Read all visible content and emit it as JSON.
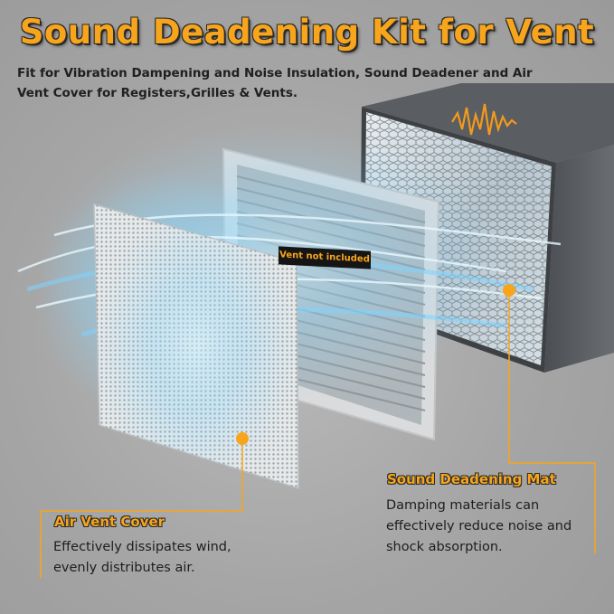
{
  "title": "Sound Deadening Kit for Vent",
  "subtitle": "Fit for Vibration Dampening and Noise Insulation, Sound Deadener and Air Vent Cover for Registers,Grilles & Vents.",
  "vent_tag": "Vent not included",
  "callouts": {
    "air_vent_cover": {
      "title": "Air Vent Cover",
      "desc_line1": "Effectively dissipates wind,",
      "desc_line2": "evenly distributes air."
    },
    "sound_deadening_mat": {
      "title": "Sound Deadening Mat",
      "desc_line1": "Damping materials can",
      "desc_line2": "effectively reduce noise and",
      "desc_line3": "shock absorption."
    }
  },
  "colors": {
    "accent": "#f7a51c",
    "background": "#a9a9a9",
    "text": "#1e1e1e",
    "airflow": "#7fd4ff"
  }
}
